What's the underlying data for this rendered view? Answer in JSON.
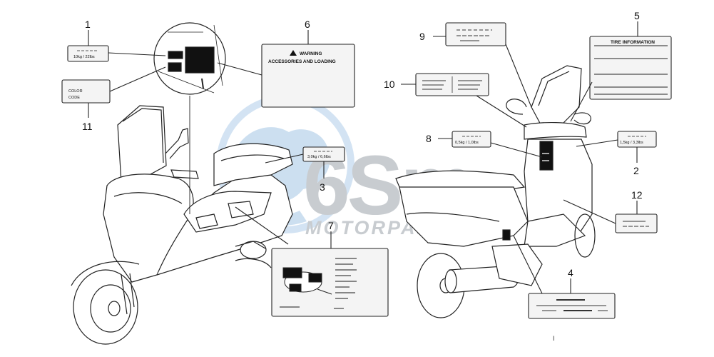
{
  "colors": {
    "line": "#222222",
    "label_fill": "#f4f4f4",
    "watermark_blue": "#b9d4ec",
    "watermark_gray": "#c3c7cc"
  },
  "callouts": [
    "1",
    "2",
    "3",
    "4",
    "5",
    "6",
    "7",
    "8",
    "9",
    "10",
    "11",
    "12"
  ],
  "labels": {
    "label_1_text": "10kg / 22lbs",
    "label_2_text": "1,5kg / 3,3lbs",
    "label_3_text": "3,0kg / 6,6lbs",
    "label_8_text": "0,5kg / 1,0lbs",
    "label_11_line1": "COLOR",
    "label_11_line2": "CODE",
    "label_6_line1": "WARNING",
    "label_6_line2": "ACCESSORIES AND LOADING",
    "label_5_title": "TIRE INFORMATION",
    "page_marker": "I"
  },
  "watermark": {
    "brand": "6Sm",
    "sub": "MOTORPARTS"
  }
}
